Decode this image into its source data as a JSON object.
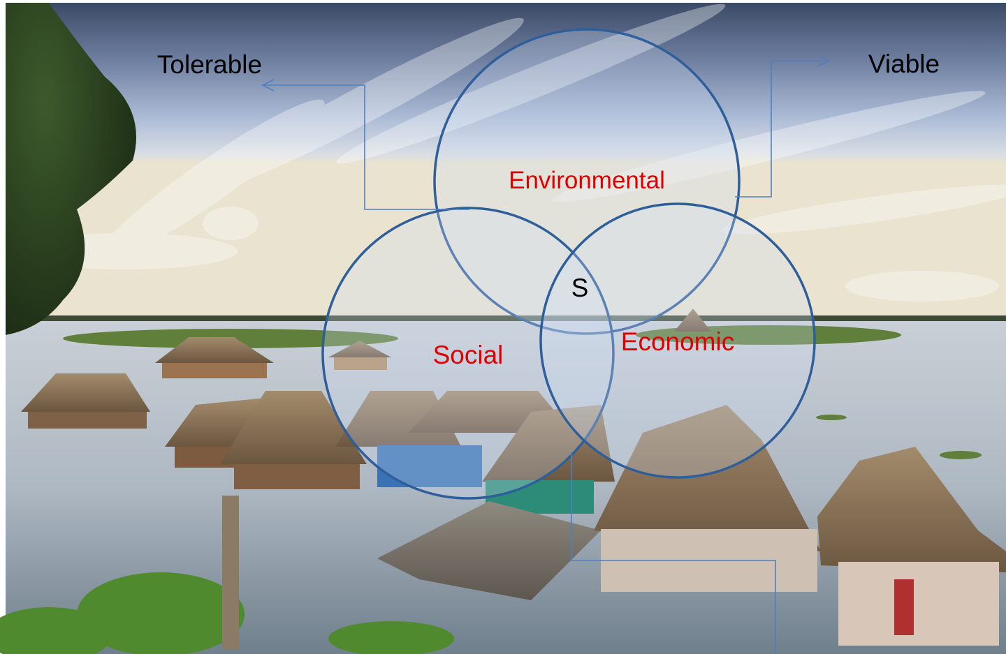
{
  "diagram": {
    "labels": {
      "tolerable": "Tolerable",
      "viable": "Viable",
      "environmental": "Environmental",
      "social": "Social",
      "economic": "Economic",
      "center": "S"
    },
    "colors": {
      "circle_stroke": "#2f5f9a",
      "circle_fill": "#cfe0f5",
      "connector": "#4f7fc0",
      "circle_label": "#e00000",
      "outer_label": "#000000"
    }
  },
  "background": {
    "description_icon": "river-village-photo"
  }
}
